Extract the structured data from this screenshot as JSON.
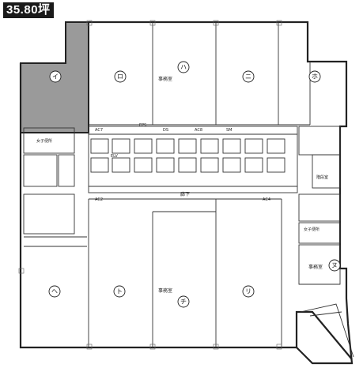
{
  "area_label": "35.80坪",
  "highlight_color": "#9a9a9a",
  "units": {
    "i": "イ",
    "ro": "ロ",
    "ha": "ハ",
    "ni": "ニ",
    "ho": "ホ",
    "he": "ヘ",
    "to": "ト",
    "chi": "チ",
    "ri": "リ",
    "nu": "ヌ"
  },
  "room_labels": {
    "office_north": "事務室",
    "office_south": "事務室",
    "office_east": "事務室",
    "corridor": "廊下",
    "wc_left": "女子便所",
    "wc_right": "女子便所",
    "stair_room": "階段室",
    "ds": "DS",
    "sm": "SM",
    "eps": "EPS",
    "ac7": "AC7",
    "ac8": "AC8",
    "ac2": "AC2",
    "ac4": "AC4",
    "elv": "ELV"
  }
}
